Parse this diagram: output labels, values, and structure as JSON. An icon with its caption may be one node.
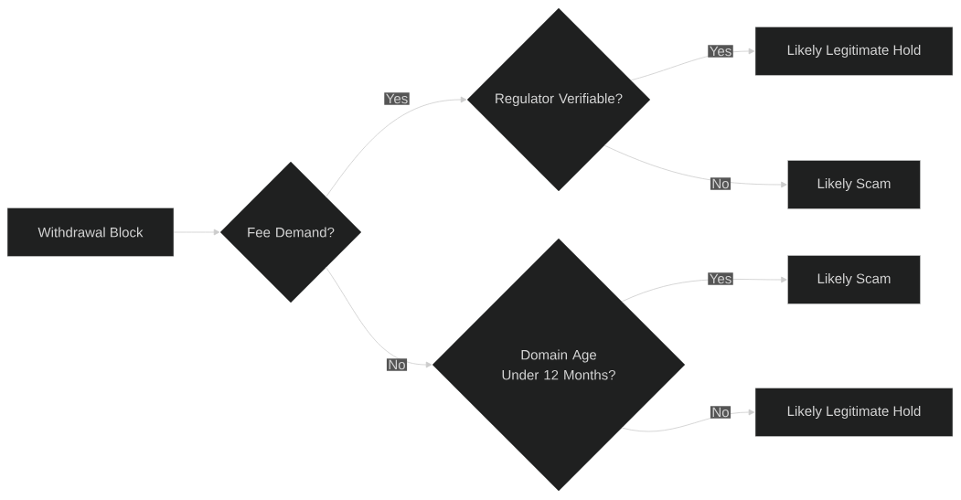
{
  "diagram": {
    "nodes": [
      {
        "text": [
          "Withdrawal Block"
        ]
      },
      {
        "text": [
          "Fee Demand?"
        ]
      },
      {
        "text": [
          "Regulator Verifiable?"
        ]
      },
      {
        "text": [
          "Domain Age Under 12 Months?"
        ]
      },
      {
        "text": [
          "Likely Legitimate Hold"
        ]
      },
      {
        "text": [
          "Likely Scam"
        ]
      },
      {
        "text": [
          "Likely Scam"
        ]
      },
      {
        "text": [
          "Likely Legitimate Hold"
        ]
      }
    ],
    "edges": [
      {
        "from": 0,
        "to": 1,
        "arrow": "to"
      },
      {
        "from": 1,
        "to": 2,
        "arrow": "to",
        "label": "Yes"
      },
      {
        "from": 1,
        "to": 3,
        "arrow": "to",
        "label": "No"
      },
      {
        "from": 2,
        "to": 4,
        "arrow": "to",
        "label": "Yes"
      },
      {
        "from": 2,
        "to": 5,
        "arrow": "to",
        "label": "No"
      },
      {
        "from": 3,
        "to": 6,
        "arrow": "to",
        "label": "Yes"
      },
      {
        "from": 3,
        "to": 7,
        "arrow": "to",
        "label": "No"
      }
    ]
  }
}
